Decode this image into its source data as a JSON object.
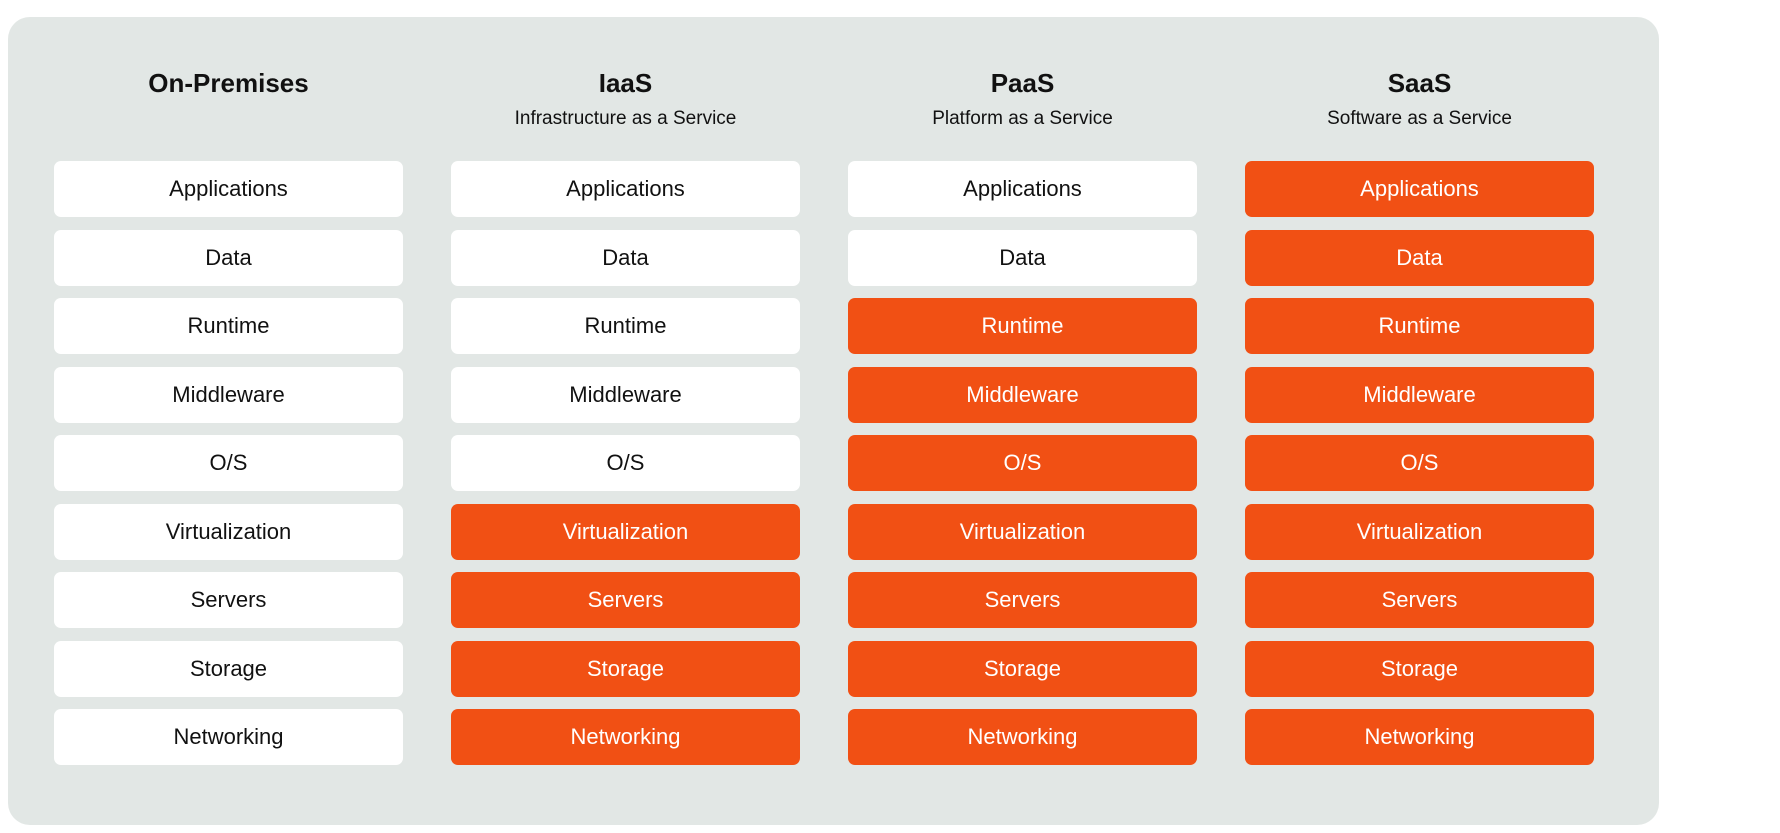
{
  "colors": {
    "panel_bg": "#e2e7e5",
    "self_managed": "#ffffff",
    "provider_managed": "#f15014"
  },
  "columns": [
    {
      "title": "On-Premises",
      "subtitle": "",
      "layers": [
        {
          "label": "Applications",
          "managed": false
        },
        {
          "label": "Data",
          "managed": false
        },
        {
          "label": "Runtime",
          "managed": false
        },
        {
          "label": "Middleware",
          "managed": false
        },
        {
          "label": "O/S",
          "managed": false
        },
        {
          "label": "Virtualization",
          "managed": false
        },
        {
          "label": "Servers",
          "managed": false
        },
        {
          "label": "Storage",
          "managed": false
        },
        {
          "label": "Networking",
          "managed": false
        }
      ]
    },
    {
      "title": "IaaS",
      "subtitle": "Infrastructure as a Service",
      "layers": [
        {
          "label": "Applications",
          "managed": false
        },
        {
          "label": "Data",
          "managed": false
        },
        {
          "label": "Runtime",
          "managed": false
        },
        {
          "label": "Middleware",
          "managed": false
        },
        {
          "label": "O/S",
          "managed": false
        },
        {
          "label": "Virtualization",
          "managed": true
        },
        {
          "label": "Servers",
          "managed": true
        },
        {
          "label": "Storage",
          "managed": true
        },
        {
          "label": "Networking",
          "managed": true
        }
      ]
    },
    {
      "title": "PaaS",
      "subtitle": "Platform as a Service",
      "layers": [
        {
          "label": "Applications",
          "managed": false
        },
        {
          "label": "Data",
          "managed": false
        },
        {
          "label": "Runtime",
          "managed": true
        },
        {
          "label": "Middleware",
          "managed": true
        },
        {
          "label": "O/S",
          "managed": true
        },
        {
          "label": "Virtualization",
          "managed": true
        },
        {
          "label": "Servers",
          "managed": true
        },
        {
          "label": "Storage",
          "managed": true
        },
        {
          "label": "Networking",
          "managed": true
        }
      ]
    },
    {
      "title": "SaaS",
      "subtitle": "Software as a Service",
      "layers": [
        {
          "label": "Applications",
          "managed": true
        },
        {
          "label": "Data",
          "managed": true
        },
        {
          "label": "Runtime",
          "managed": true
        },
        {
          "label": "Middleware",
          "managed": true
        },
        {
          "label": "O/S",
          "managed": true
        },
        {
          "label": "Virtualization",
          "managed": true
        },
        {
          "label": "Servers",
          "managed": true
        },
        {
          "label": "Storage",
          "managed": true
        },
        {
          "label": "Networking",
          "managed": true
        }
      ]
    }
  ]
}
